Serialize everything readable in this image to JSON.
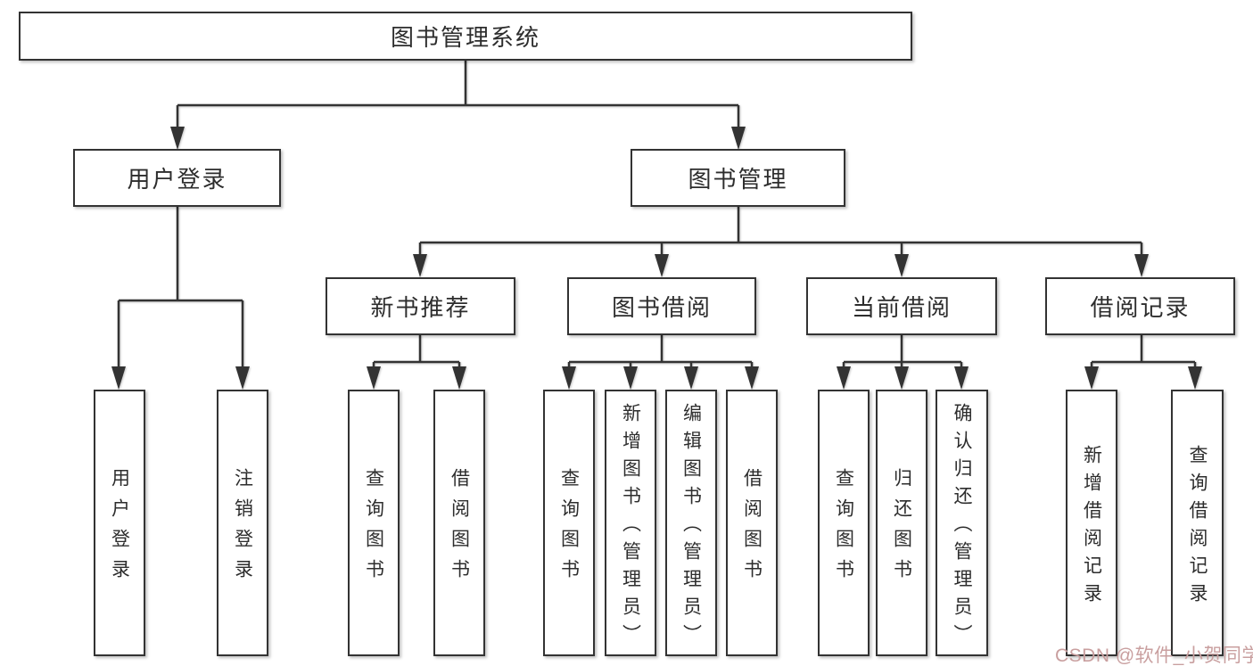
{
  "diagram_type": "hierarchy-tree",
  "colors": {
    "line": "#333333",
    "box_border": "#333333",
    "box_fill": "#ffffff",
    "text": "#2d2d2d",
    "watermark": "#c99f9f"
  },
  "tree": {
    "root": {
      "label": "图书管理系统",
      "children": [
        {
          "label": "用户登录",
          "children": [
            {
              "label": "用户登录"
            },
            {
              "label": "注销登录"
            }
          ]
        },
        {
          "label": "图书管理",
          "children": [
            {
              "label": "新书推荐",
              "children": [
                {
                  "label": "查询图书"
                },
                {
                  "label": "借阅图书"
                }
              ]
            },
            {
              "label": "图书借阅",
              "children": [
                {
                  "label": "查询图书"
                },
                {
                  "label": "新增图书（管理员）"
                },
                {
                  "label": "编辑图书（管理员）"
                },
                {
                  "label": "借阅图书"
                }
              ]
            },
            {
              "label": "当前借阅",
              "children": [
                {
                  "label": "查询图书"
                },
                {
                  "label": "归还图书"
                },
                {
                  "label": "确认归还（管理员）"
                }
              ]
            },
            {
              "label": "借阅记录",
              "children": [
                {
                  "label": "新增借阅记录"
                },
                {
                  "label": "查询借阅记录"
                }
              ]
            }
          ]
        }
      ]
    }
  },
  "watermark": {
    "text": "CSDN @软件_小贺同学"
  }
}
